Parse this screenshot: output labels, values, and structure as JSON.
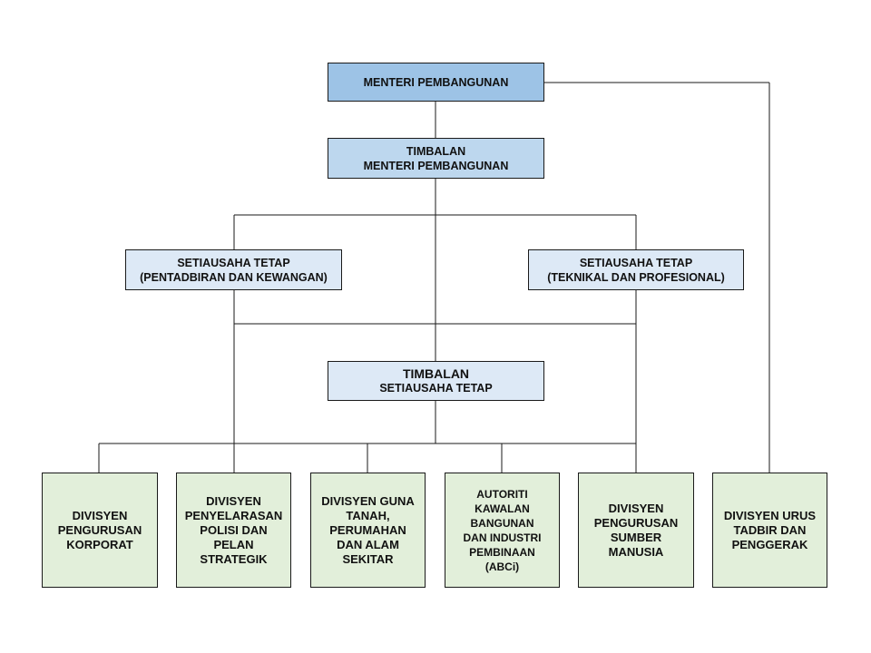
{
  "minister": "MENTERI PEMBANGUNAN",
  "deputy_minister": {
    "line1": "TIMBALAN",
    "line2": "MENTERI PEMBANGUNAN"
  },
  "sec_admin": {
    "line1": "SETIAUSAHA TETAP",
    "line2": "(PENTADBIRAN DAN KEWANGAN)"
  },
  "sec_tech": {
    "line1": "SETIAUSAHA TETAP",
    "line2": "(TEKNIKAL DAN PROFESIONAL)"
  },
  "deputy_sec": {
    "line1": "TIMBALAN",
    "line2": "SETIAUSAHA TETAP"
  },
  "divisions": [
    "DIVISYEN\nPENGURUSAN\nKORPORAT",
    "DIVISYEN\nPENYELARASAN\nPOLISI DAN\nPELAN\nSTRATEGIK",
    "DIVISYEN GUNA\nTANAH,\nPERUMAHAN\nDAN ALAM\nSEKITAR",
    "AUTORITI\nKAWALAN\nBANGUNAN\nDAN INDUSTRI\nPEMBINAAN\n(ABCi)",
    "DIVISYEN\nPENGURUSAN\nSUMBER\nMANUSIA",
    "DIVISYEN URUS\nTADBIR DAN\nPENGGERAK"
  ],
  "colors": {
    "top": "#9dc3e6",
    "mid": "#bdd7ee",
    "light": "#dde9f6",
    "division": "#e2efda",
    "line": "#1a1a1a"
  }
}
